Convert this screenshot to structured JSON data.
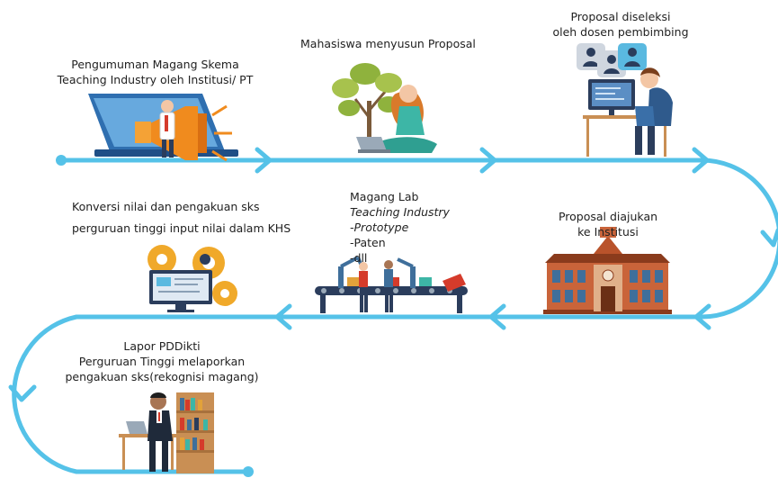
{
  "steps": [
    {
      "lines": [
        "Pengumuman Magang Skema",
        "Teaching Industry oleh Institusi/ PT"
      ],
      "illustration": "megaphone-laptop-icon"
    },
    {
      "lines": [
        "Mahasiswa menyusun Proposal"
      ],
      "illustration": "student-laptop-tree-icon"
    },
    {
      "lines": [
        "Proposal diseleksi",
        "oleh dosen pembimbing"
      ],
      "illustration": "reviewer-computer-icon"
    },
    {
      "lines": [
        "Proposal diajukan",
        "ke Institusi"
      ],
      "illustration": "institution-building-icon"
    },
    {
      "title": "Magang Lab",
      "subtitle": "Teaching Industry",
      "items": [
        "-Prototype",
        "-Paten",
        "-dll"
      ],
      "illustration": "factory-line-icon"
    },
    {
      "lines": [
        "Konversi nilai dan pengakuan sks",
        "perguruan tinggi input nilai dalam KHS"
      ],
      "illustration": "gears-computer-icon"
    },
    {
      "lines": [
        "Lapor PDDikti",
        "Perguruan Tinggi melaporkan",
        "pengakuan sks(rekognisi magang)"
      ],
      "illustration": "office-desk-icon"
    }
  ],
  "colors": {
    "flow_line": "#55c2e8"
  }
}
